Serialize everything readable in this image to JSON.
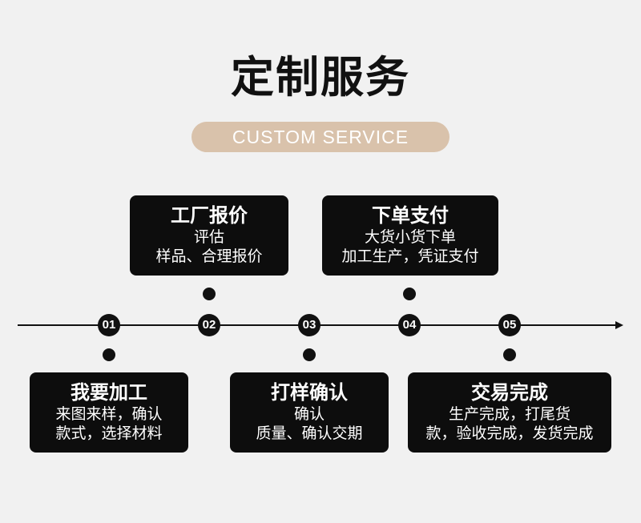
{
  "title": "定制服务",
  "subtitle": "CUSTOM SERVICE",
  "steps": [
    {
      "num": "01",
      "title": "我要加工",
      "lines": [
        "来图来样，确认",
        "款式，选择材料"
      ]
    },
    {
      "num": "02",
      "title": "工厂报价",
      "lines": [
        "评估",
        "样品、合理报价"
      ]
    },
    {
      "num": "03",
      "title": "打样确认",
      "lines": [
        "确认",
        "质量、确认交期"
      ]
    },
    {
      "num": "04",
      "title": "下单支付",
      "lines": [
        "大货小货下单",
        "加工生产，凭证支付"
      ]
    },
    {
      "num": "05",
      "title": "交易完成",
      "lines": [
        "生产完成，打尾货",
        "款，验收完成，发货完成"
      ]
    }
  ],
  "colors": {
    "background": "#f1f1f1",
    "accent": "#d9c2ab",
    "box": "#0d0d0d"
  }
}
